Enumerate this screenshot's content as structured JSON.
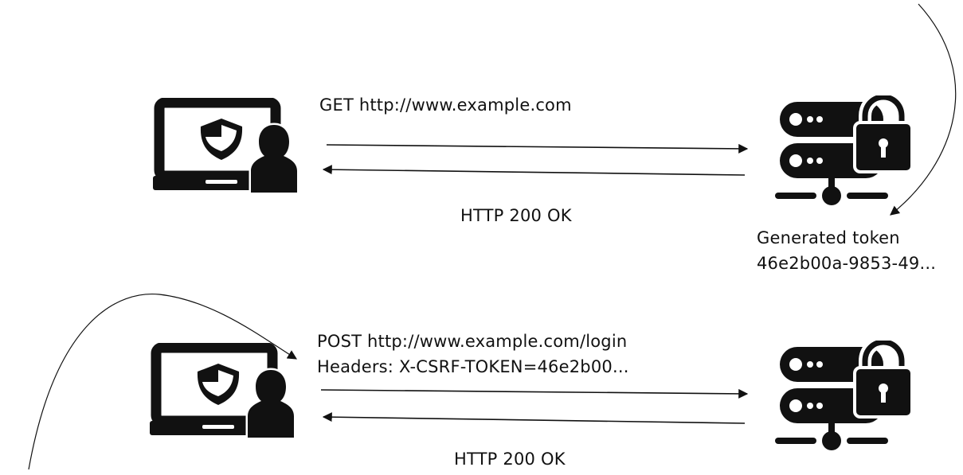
{
  "colors": {
    "ink": "#111111",
    "background": "#ffffff"
  },
  "icons": {
    "client": "laptop-shield-user-icon",
    "server": "server-lock-icon"
  },
  "exchange_1": {
    "request_label": "GET http://www.example.com",
    "response_label": "HTTP 200 OK"
  },
  "token": {
    "line1": "Generated token",
    "line2": "46e2b00a-9853-49..."
  },
  "exchange_2": {
    "request_line1": "POST http://www.example.com/login",
    "request_line2": "Headers: X-CSRF-TOKEN=46e2b00...",
    "response_label": "HTTP 200 OK"
  }
}
